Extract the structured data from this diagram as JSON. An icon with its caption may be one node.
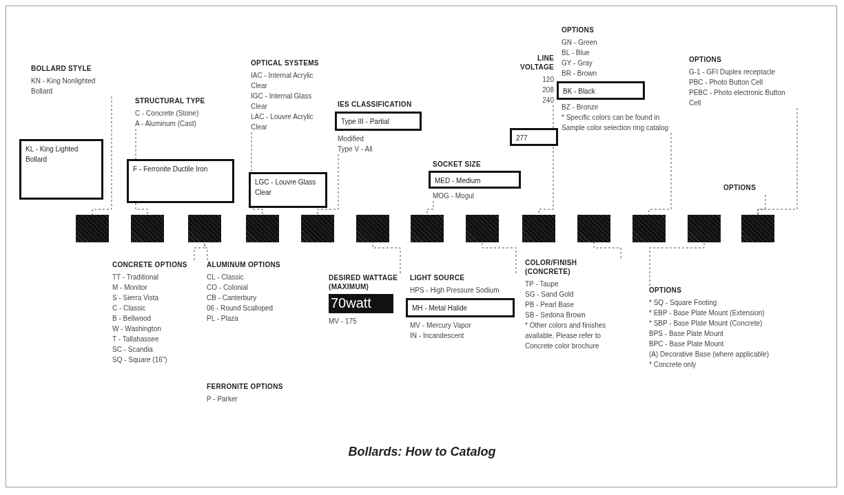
{
  "diagram": {
    "caption": "Bollards: How to Catalog",
    "nodes": [
      {
        "text": [
          "BOLLARD STYLE",
          "KN - King Nonlighted Bollard"
        ]
      },
      {
        "text": [
          "KL - King Lighted Bollard"
        ]
      },
      {
        "text": [
          "STRUCTURAL TYPE",
          "C - Concrete (Stone)",
          "A - Aluminum (Cast)"
        ]
      },
      {
        "text": [
          "F - Ferronite Ductile Iron"
        ]
      },
      {
        "text": [
          "OPTICAL SYSTEMS",
          "IAC - Internal Acrylic Clear",
          "IGC - Internal Glass Clear",
          "LAC - Louvre Acrylic Clear"
        ]
      },
      {
        "text": [
          "LGC - Louvre Glass Clear"
        ]
      },
      {
        "text": [
          "IES CLASSIFICATION",
          "Modified",
          "Type V - All"
        ]
      },
      {
        "text": [
          "Type III - Partial"
        ]
      },
      {
        "text": [
          "SOCKET SIZE",
          "MOG - Mogul"
        ]
      },
      {
        "text": [
          "MED - Medium"
        ]
      },
      {
        "text": [
          "LINE VOLTAGE",
          "120",
          "208",
          "240"
        ]
      },
      {
        "text": [
          "277"
        ]
      },
      {
        "text": [
          "OPTIONS",
          "GN - Green",
          "BL - Blue",
          "GY - Gray",
          "BR - Brown",
          "BZ - Bronze",
          "* Specific colors can be found in Sample color selection ring catalog"
        ]
      },
      {
        "text": [
          "BK - Black"
        ]
      },
      {
        "text": [
          "OPTIONS",
          "G-1 - GFI Duplex receptacle",
          "PBC - Photo Button Cell",
          "PEBC - Photo electronic Button Cell"
        ]
      },
      {
        "text": [
          "OPTIONS"
        ]
      },
      {
        "text": [],
        "shape": "box"
      },
      {
        "text": [],
        "shape": "box"
      },
      {
        "text": [],
        "shape": "box"
      },
      {
        "text": [],
        "shape": "box"
      },
      {
        "text": [],
        "shape": "box"
      },
      {
        "text": [],
        "shape": "box"
      },
      {
        "text": [],
        "shape": "box"
      },
      {
        "text": [],
        "shape": "box"
      },
      {
        "text": [],
        "shape": "box"
      },
      {
        "text": [],
        "shape": "box"
      },
      {
        "text": [],
        "shape": "box"
      },
      {
        "text": [],
        "shape": "box"
      },
      {
        "text": [],
        "shape": "box"
      },
      {
        "text": [
          "CONCRETE OPTIONS",
          "TT - Traditional",
          "M - Monitor",
          "S - Sierra Vista",
          "C - Classic",
          "B - Bellwood",
          "W - Washington",
          "T - Tallahassee",
          "SC - Scandia",
          "SQ - Square (16\")"
        ]
      },
      {
        "text": [
          "ALUMINUM OPTIONS",
          "CL - Classic",
          "CO - Colonial",
          "CB - Canterbury",
          "06 - Round Scalloped",
          "PL - Plaza"
        ]
      },
      {
        "text": [
          "FERRONITE OPTIONS",
          "P - Parker"
        ]
      },
      {
        "text": [
          "DESIRED WATTAGE (MAXIMUM)",
          "MV - 175"
        ]
      },
      {
        "text": [
          "70watt"
        ]
      },
      {
        "text": [
          "LIGHT SOURCE",
          "HPS - High Pressure Sodium",
          "MV - Mercury Vapor",
          "IN - Incandescent"
        ]
      },
      {
        "text": [
          "MH - Metal Halide"
        ]
      },
      {
        "text": [
          "COLOR/FINISH (CONCRETE)",
          "TP - Taupe",
          "SG - Sand Gold",
          "PB - Pearl Base",
          "SB - Sedona Brown",
          "* Other colors and finishes available. Please refer to Concrete color brochure"
        ]
      },
      {
        "text": [
          "OPTIONS",
          "* SQ - Square Footing",
          "* EBP - Base Plate Mount (Extension)",
          "* SBP - Base Plate Mount (Concrete)",
          "BPS - Base Plate Mount",
          "BPC - Base Plate Mount",
          "(A) Decorative Base (where applicable)",
          "* Concrete only"
        ]
      }
    ],
    "edges": [
      {
        "from": 0,
        "to": 16,
        "arrow": "none",
        "style": "dashed"
      },
      {
        "from": 2,
        "to": 17,
        "arrow": "none",
        "style": "dashed"
      },
      {
        "from": 4,
        "to": 19,
        "arrow": "none",
        "style": "dashed"
      },
      {
        "from": 6,
        "to": 20,
        "arrow": "none",
        "style": "dashed"
      },
      {
        "from": 8,
        "to": 22,
        "arrow": "none",
        "style": "dashed"
      },
      {
        "from": 10,
        "to": 24,
        "arrow": "none",
        "style": "dashed"
      },
      {
        "from": 12,
        "to": 26,
        "arrow": "none",
        "style": "dashed"
      },
      {
        "from": 14,
        "to": 28,
        "arrow": "none",
        "style": "dashed"
      },
      {
        "from": 15,
        "to": 28,
        "arrow": "none",
        "style": "dashed"
      },
      {
        "from": 29,
        "to": 18,
        "arrow": "none",
        "style": "dashed"
      },
      {
        "from": 30,
        "to": 18,
        "arrow": "none",
        "style": "dashed"
      },
      {
        "from": 32,
        "to": 21,
        "arrow": "none",
        "style": "dashed"
      },
      {
        "from": 34,
        "to": 23,
        "arrow": "none",
        "style": "dashed"
      },
      {
        "from": 36,
        "to": 25,
        "arrow": "none",
        "style": "dashed"
      },
      {
        "from": 37,
        "to": 27,
        "arrow": "none",
        "style": "dashed"
      }
    ]
  }
}
